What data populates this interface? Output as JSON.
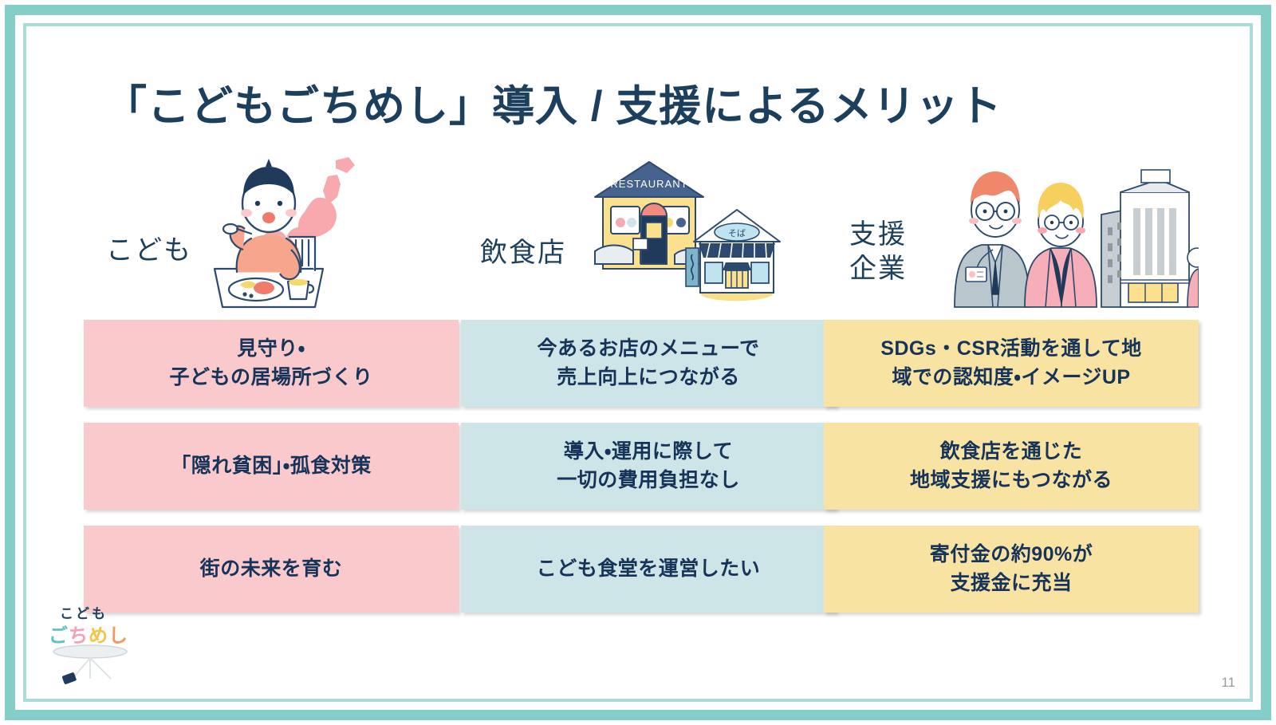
{
  "slide": {
    "title": "「こどもごちめし」導入 / 支援によるメリット",
    "page_number": "11",
    "colors": {
      "frame_outer": "#84cdc9",
      "frame_inner": "#a9dcd9",
      "text_navy": "#1c3f5e",
      "box_text": "#16335a",
      "pink": "#f9c9cb",
      "teal": "#cde5e6",
      "yellow": "#f8e3a3",
      "page_number": "#9a9a9a"
    }
  },
  "logo": {
    "line1": "こども",
    "line2_parts": [
      "ご",
      "ち",
      "め",
      "し"
    ],
    "icon": "table-plate-icon"
  },
  "columns": [
    {
      "id": "kodomo",
      "label": "こども",
      "illustration": "child-eating-with-japan-map-illustration",
      "accent": "#f9c9cb",
      "boxes": [
        "見守り・\n子どもの居場所づくり",
        "「隠れ貧困」・孤食対策",
        "街の未来を育む"
      ]
    },
    {
      "id": "inshokuten",
      "label": "飲食店",
      "illustration": "restaurant-and-japanese-shop-illustration",
      "accent": "#cde5e6",
      "boxes": [
        "今あるお店のメニューで\n売上向上につながる",
        "導入・運用に際して\n一切の費用負担なし",
        "こども食堂を運営したい"
      ]
    },
    {
      "id": "shien-kigyo",
      "label": "支援\n企業",
      "illustration": "business-people-and-office-building-illustration",
      "accent": "#f8e3a3",
      "boxes": [
        "SDGs・CSR活動を通して地\n域での認知度・イメージUP",
        "飲食店を通じた\n地域支援にもつながる",
        "寄付金の約90%が\n支援金に充当"
      ]
    }
  ]
}
